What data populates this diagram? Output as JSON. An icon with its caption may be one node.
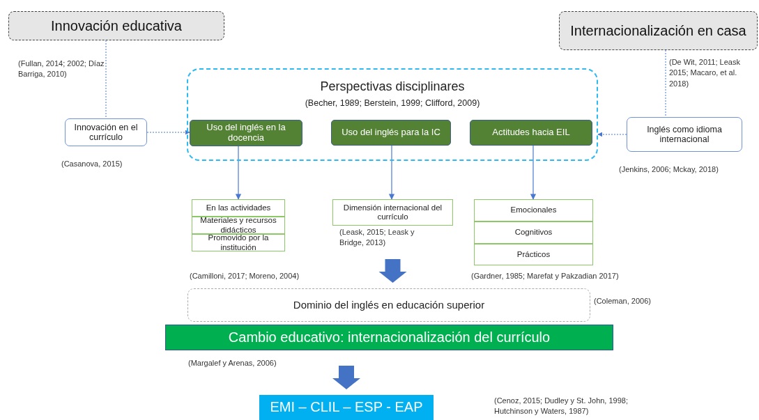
{
  "diagram": {
    "nodes": [
      {
        "text": [
          "Innovación educativa"
        ],
        "beside": [
          "(Fullan, 2014; 2002; Díaz Barriga, 2010)"
        ]
      },
      {
        "text": [
          "Internacionalización en casa"
        ],
        "beside": [
          "(De Wit, 2011; Leask 2015; Macaro, et al. 2018)"
        ]
      },
      {
        "text": [
          "Perspectivas disciplinares",
          "(Becher, 1989; Berstein, 1999; Clifford, 2009)"
        ]
      },
      {
        "text": [
          "Uso del inglés en la docencia"
        ],
        "in": 2
      },
      {
        "text": [
          "Uso del inglés para la IC"
        ],
        "in": 2
      },
      {
        "text": [
          "Actitudes hacia EIL"
        ],
        "in": 2
      },
      {
        "text": [
          "Innovación en el currículo"
        ],
        "beside": [
          "(Casanova, 2015)"
        ]
      },
      {
        "text": [
          "Inglés como idioma internacional"
        ],
        "beside": [
          "(Jenkins, 2006; Mckay, 2018)"
        ]
      },
      {
        "text": [
          "En las actividades"
        ]
      },
      {
        "text": [
          "Materiales y recursos didácticos"
        ]
      },
      {
        "text": [
          "Promovido por la institución"
        ]
      },
      {
        "text": [
          "Dimensión internacional del currículo"
        ],
        "beside": [
          "(Leask, 2015; Leask y Bridge, 2013)"
        ]
      },
      {
        "text": [
          "Emocionales"
        ]
      },
      {
        "text": [
          "Cognitivos"
        ]
      },
      {
        "text": [
          "Prácticos"
        ]
      },
      {
        "text": [
          "Dominio del inglés en educación superior"
        ],
        "beside": [
          "(Coleman, 2006)"
        ]
      },
      {
        "text": [
          "Cambio educativo: internacionalización del currículo"
        ]
      },
      {
        "text": [
          "EMI – CLIL – ESP - EAP"
        ]
      }
    ],
    "edges": [
      {
        "from": 0,
        "to": 6,
        "arrow": "none",
        "style": "dashed"
      },
      {
        "from": 1,
        "to": 7,
        "arrow": "none",
        "style": "dashed"
      },
      {
        "from": 6,
        "to": 3,
        "arrow": "to",
        "style": "dashed"
      },
      {
        "from": 7,
        "to": 2,
        "arrow": "to",
        "style": "dashed"
      },
      {
        "from": 3,
        "to": 8,
        "arrow": "to"
      },
      {
        "from": 4,
        "to": 11,
        "arrow": "to"
      },
      {
        "from": 5,
        "to": 12,
        "arrow": "to"
      },
      {
        "from": 11,
        "to": 15,
        "arrow": "to",
        "style": "thick"
      },
      {
        "from": 16,
        "to": 17,
        "arrow": "to",
        "style": "thick"
      }
    ],
    "labels": [
      "(Camilloni, 2017; Moreno, 2004)",
      "(Gardner, 1985; Marefat y Pakzadian 2017)",
      "(Margalef y Arenas, 2006)",
      "(Cenoz, 2015; Dudley y St. John, 1998; Hutchinson y Waters, 1987)"
    ]
  }
}
